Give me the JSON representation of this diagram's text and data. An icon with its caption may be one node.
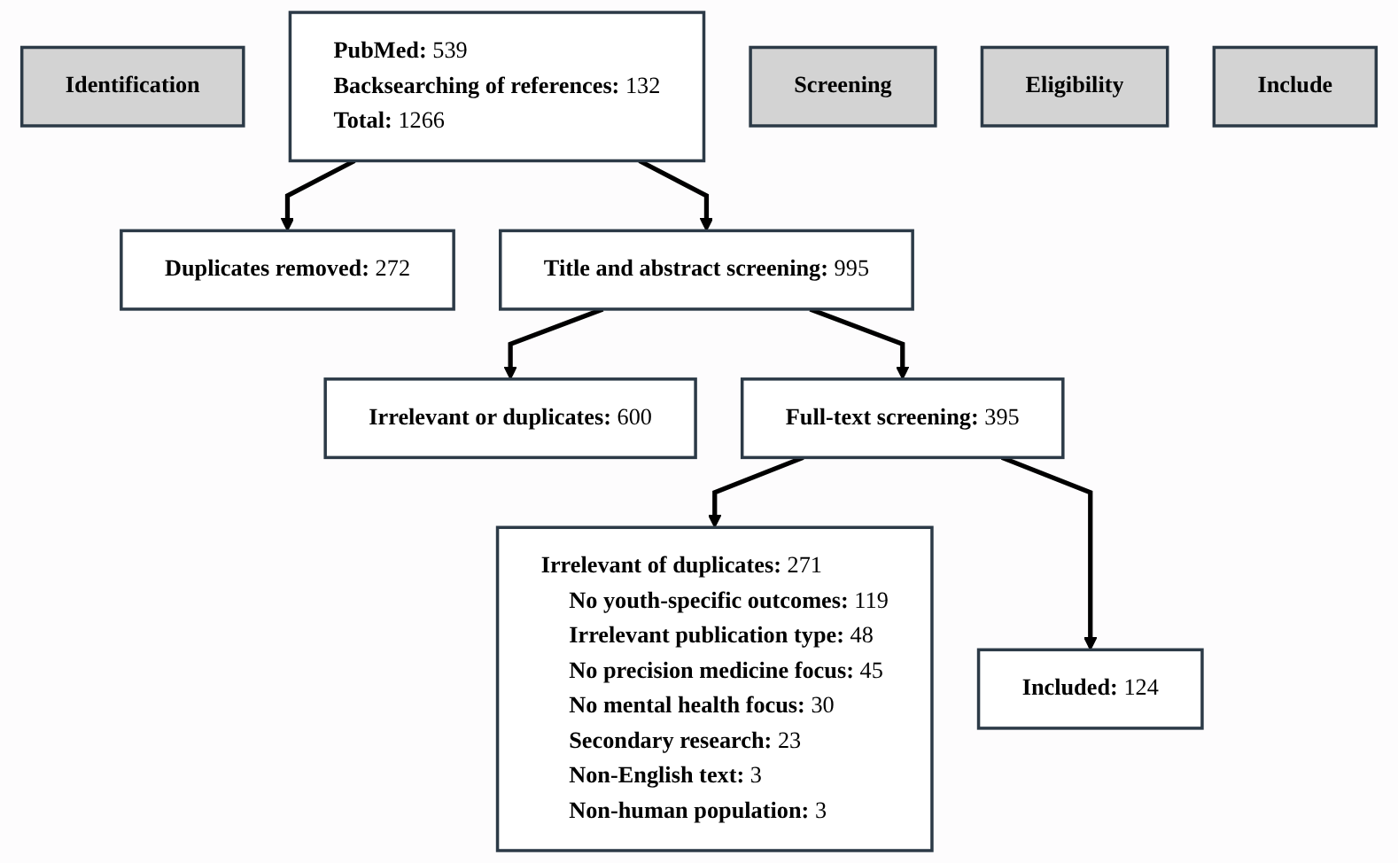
{
  "diagram": {
    "nodes": [
      {
        "text": [
          "Identification"
        ]
      },
      {
        "text": [
          "PubMed: 539",
          "Backsearching of references: 132",
          "Total: 1266"
        ]
      },
      {
        "text": [
          "Duplicates removed: 272"
        ]
      },
      {
        "text": [
          "Screening"
        ]
      },
      {
        "text": [
          "Title and abstract screening: 995"
        ]
      },
      {
        "text": [
          "Irrelevant or duplicates: 600"
        ]
      },
      {
        "text": [
          "Eligibility"
        ]
      },
      {
        "text": [
          "Full-text screening: 395"
        ]
      },
      {
        "text": [
          "Irrelevant of duplicates: 271",
          "No youth-specific outcomes: 119",
          "Irrelevant publication type: 48",
          "No precision medicine focus: 45",
          "No mental health focus: 30",
          "Secondary research: 23",
          "Non-English text: 3",
          "Non-human population: 3"
        ]
      },
      {
        "text": [
          "Include"
        ]
      },
      {
        "text": [
          "Included: 124"
        ]
      }
    ],
    "edges": [
      {
        "from": 1,
        "to": 2,
        "arrow": "to"
      },
      {
        "from": 1,
        "to": 4,
        "arrow": "to"
      },
      {
        "from": 4,
        "to": 5,
        "arrow": "to"
      },
      {
        "from": 4,
        "to": 7,
        "arrow": "to"
      },
      {
        "from": 7,
        "to": 8,
        "arrow": "to"
      },
      {
        "from": 7,
        "to": 10,
        "arrow": "to"
      }
    ]
  }
}
